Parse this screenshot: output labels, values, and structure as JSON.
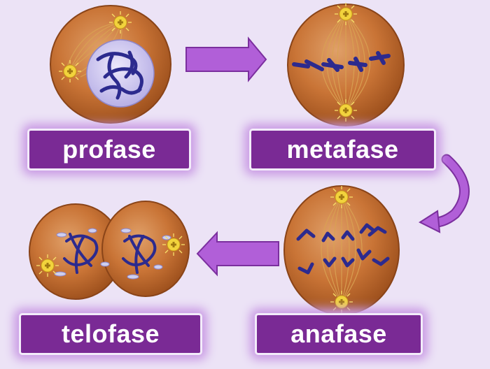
{
  "labels": {
    "profase": "profase",
    "metafase": "metafase",
    "anafase": "anafase",
    "telofase": "telofase"
  },
  "colors": {
    "background": "#ece3f6",
    "cell": "#c97436",
    "cell_edge": "#8a4418",
    "nucleus": "#c9c0ee",
    "chromosome": "#2c2a8e",
    "spindle": "#d9a253",
    "centrosome": "#f2d33c",
    "arrow": "#b15fd8",
    "label_bg": "#7a2a95",
    "label_text": "#ffffff"
  }
}
